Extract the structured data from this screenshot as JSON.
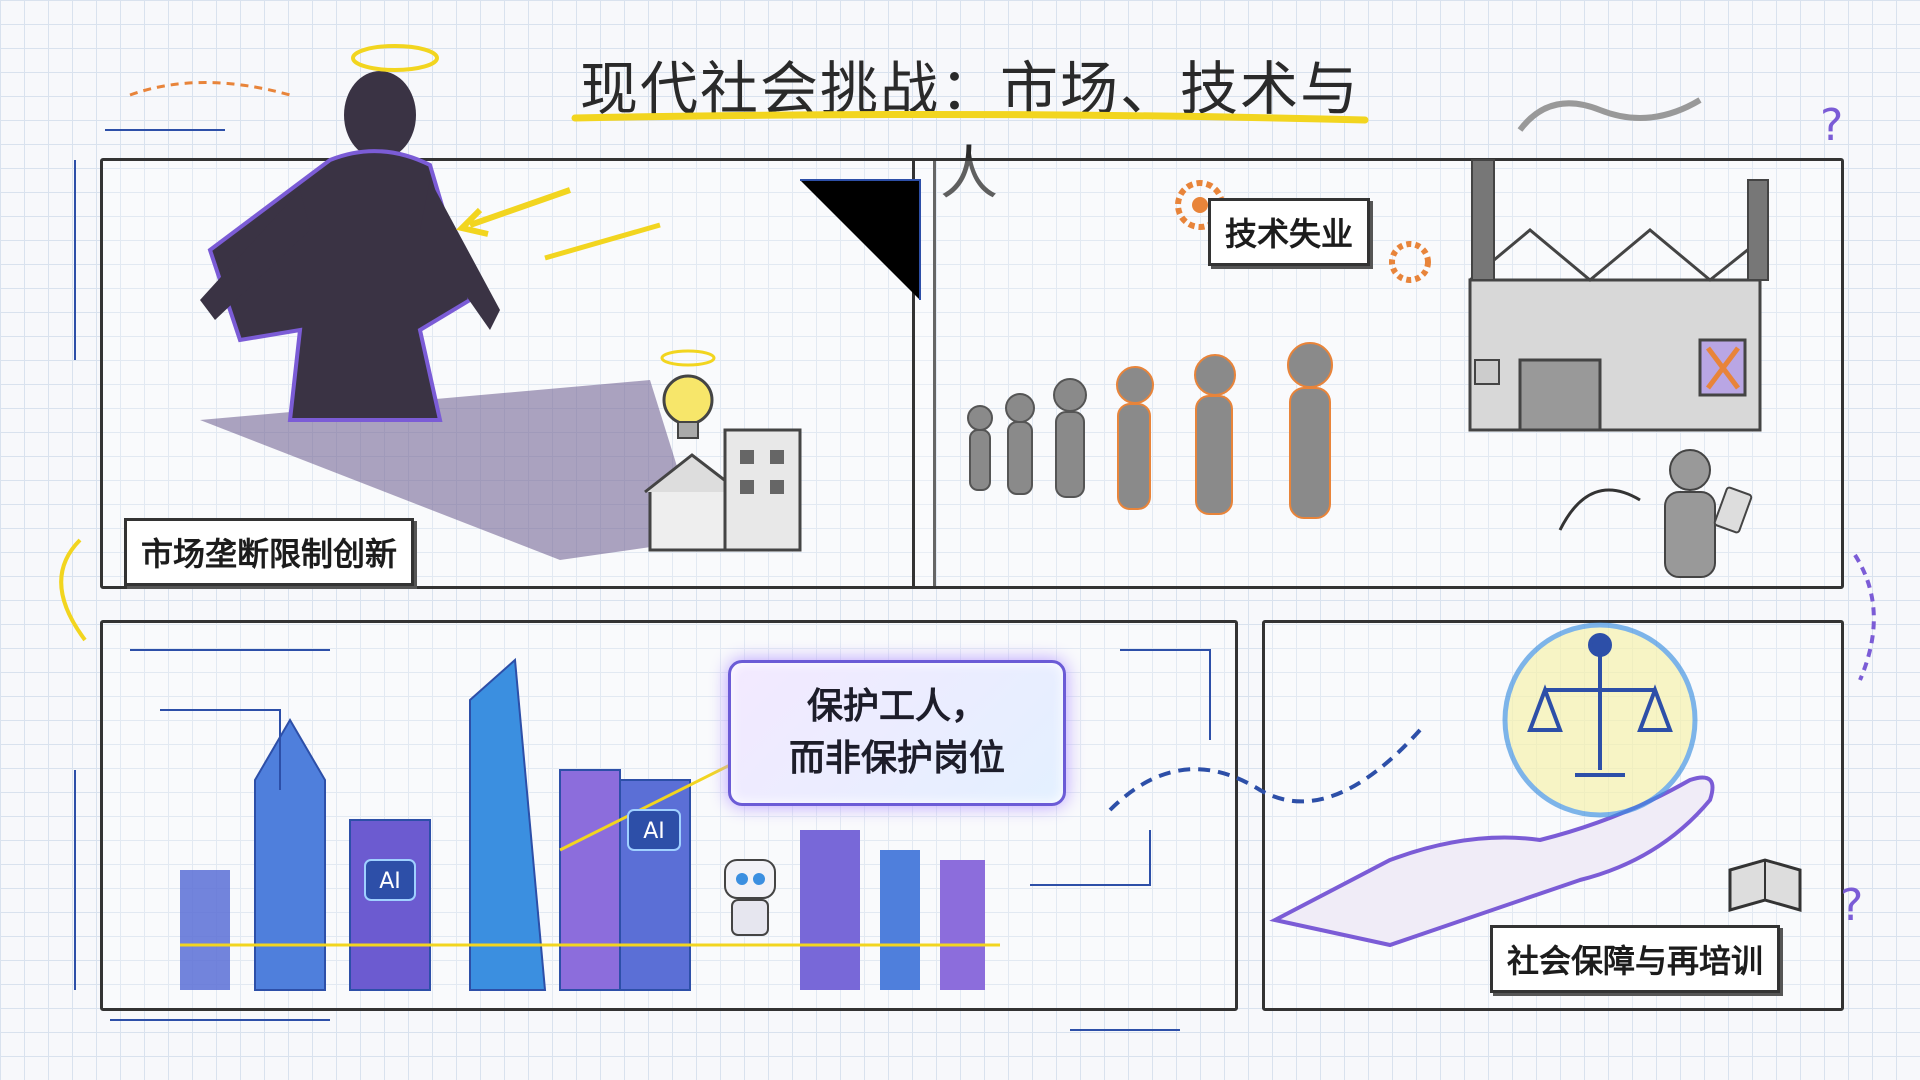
{
  "title": "现代社会挑战：市场、技术与人",
  "panels": {
    "monopoly": {
      "label": "市场垄断限制创新"
    },
    "unemployment": {
      "label": "技术失业"
    },
    "ai_city": {
      "callout_line1": "保护工人，",
      "callout_line2": "而非保护岗位",
      "building_badge_1": "AI",
      "building_badge_2": "AI"
    },
    "security": {
      "label": "社会保障与再培训"
    }
  },
  "colors": {
    "accent_purple": "#7b5cd6",
    "accent_yellow": "#f2d51f",
    "accent_orange": "#e8843a",
    "accent_blue": "#2d4fa8",
    "ink": "#2a2a2a"
  },
  "icons": [
    "halo-icon",
    "lightbulb-icon",
    "gear-icon",
    "robot-icon",
    "scales-icon",
    "book-icon",
    "question-mark-icon",
    "tablet-icon"
  ]
}
